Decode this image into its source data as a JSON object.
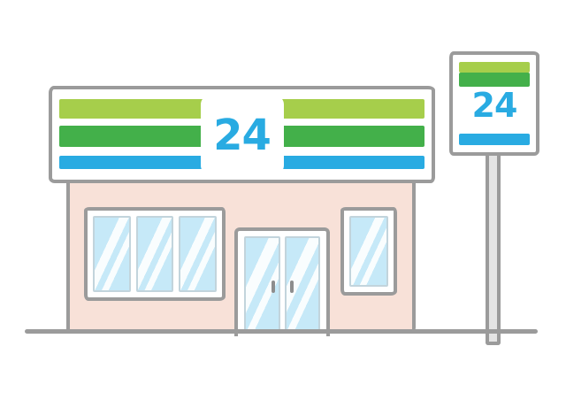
{
  "illustration": {
    "description": "Hand-drawn style illustration of a 24-hour convenience store: striped fascia sign over a pink storefront with windows and glass double doors, plus a roadside pole sign",
    "fascia_sign": {
      "label": "24"
    },
    "pole_sign": {
      "label": "24"
    },
    "colors": {
      "outline_gray": "#9b9b9b",
      "stripe_light_green": "#a6ce4b",
      "stripe_green": "#43b04a",
      "stripe_blue": "#29abe2",
      "number_blue": "#29abe2",
      "wall_pink": "#f8e1d8",
      "glass_blue": "#c6e9f8",
      "glass_highlight": "#ffffff",
      "frame_white": "#ffffff",
      "pole_gray": "#e4e4e4",
      "background": "#ffffff"
    }
  }
}
